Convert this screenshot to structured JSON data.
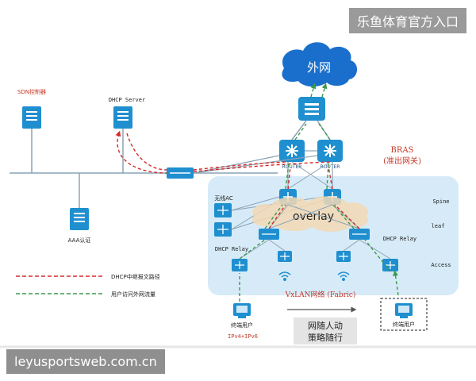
{
  "watermark": {
    "top_right": "乐鱼体育官方入口",
    "bottom_left": "leyusportsweb.com.cn"
  },
  "cloud": {
    "label": "外网"
  },
  "labels": {
    "sdn_controller": "SDN控制器",
    "dhcp_server": "DHCP Server",
    "aaa": "AAA认证",
    "bras_line1": "BRAS",
    "bras_line2": "(准出网关)",
    "router_left": "ROUTER",
    "router_right": "ROUTER",
    "spine": "Spine",
    "leaf": "leaf",
    "access": "Access",
    "wireless_ac": "无线AC",
    "dhcp_relay_left": "DHCP Relay",
    "dhcp_relay_right": "DHCP Relay",
    "overlay": "overlay",
    "vxlan": "VxLAN网络 (Fabric)",
    "terminal_left": "终端用户",
    "ipv4v6": "IPv4+IPv6",
    "terminal_right": "终端用户",
    "slogan_line1": "网随人动",
    "slogan_line2": "策略随行"
  },
  "legend": [
    {
      "label": "DHCP中继报文路径",
      "color": "#d42b2b"
    },
    {
      "label": "用户访问外网流量",
      "color": "#3a9a4a"
    }
  ],
  "colors": {
    "fabric_bg": "#d6ebf7",
    "device_blue": "#1f8fd0",
    "cloud_blue": "#1a6fcc",
    "red_path": "#d42b2b",
    "green_path": "#3a9a4a",
    "line_gray": "#8aa3b5",
    "bras_red": "#c83a2a",
    "vxlan_red": "#c0392b"
  }
}
